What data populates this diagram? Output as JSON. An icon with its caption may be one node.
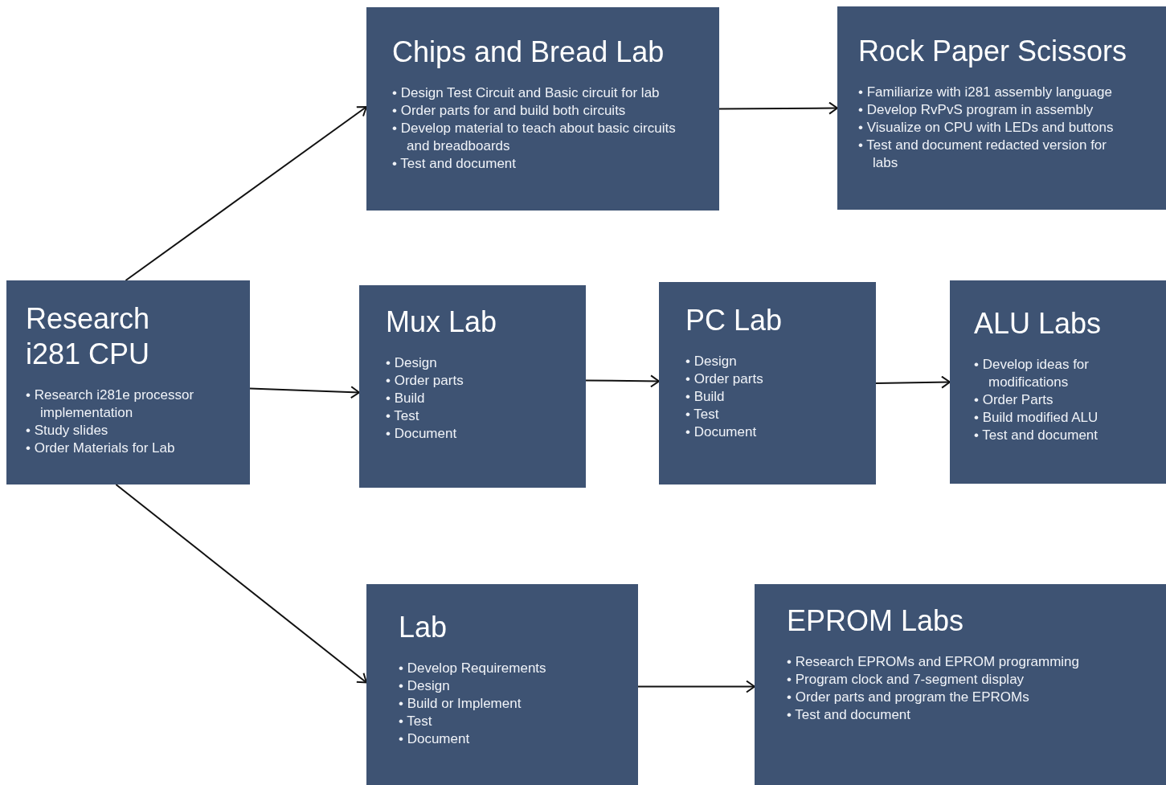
{
  "diagram": {
    "nodes": [
      {
        "text": [
          "Research i281 CPU",
          "• Research i281e processor implementation",
          "• Study slides",
          "• Order Materials for Lab"
        ]
      },
      {
        "text": [
          "Chips and Bread Lab",
          "• Design Test Circuit and Basic circuit for lab",
          "• Order parts for and build both circuits",
          "• Develop material to teach about basic circuits and breadboards",
          "• Test and document"
        ]
      },
      {
        "text": [
          "Rock Paper Scissors",
          "• Familiarize with i281 assembly language",
          "• Develop RvPvS program in assembly",
          "• Visualize on CPU with LEDs and buttons",
          "• Test and document redacted version for labs"
        ]
      },
      {
        "text": [
          "Mux Lab",
          "• Design",
          "• Order parts",
          "• Build",
          "• Test",
          "• Document"
        ]
      },
      {
        "text": [
          "PC Lab",
          "• Design",
          "• Order parts",
          "• Build",
          "• Test",
          "• Document"
        ]
      },
      {
        "text": [
          "ALU Labs",
          "• Develop ideas for modifications",
          "• Order Parts",
          "• Build modified ALU",
          "• Test and document"
        ]
      },
      {
        "text": [
          "Lab",
          "• Develop Requirements",
          "• Design",
          "• Build or Implement",
          "• Test",
          "• Document"
        ]
      },
      {
        "text": [
          "EPROM Labs",
          "• Research EPROMs and EPROM programming",
          "• Program clock and 7-segment display",
          "• Order parts and program the EPROMs",
          "• Test and document"
        ]
      }
    ],
    "edges": [
      {
        "from": 0,
        "to": 1,
        "arrow": "to"
      },
      {
        "from": 0,
        "to": 3,
        "arrow": "to"
      },
      {
        "from": 0,
        "to": 6,
        "arrow": "to"
      },
      {
        "from": 1,
        "to": 2,
        "arrow": "to"
      },
      {
        "from": 3,
        "to": 4,
        "arrow": "to"
      },
      {
        "from": 4,
        "to": 5,
        "arrow": "to"
      },
      {
        "from": 6,
        "to": 7,
        "arrow": "to"
      }
    ]
  }
}
